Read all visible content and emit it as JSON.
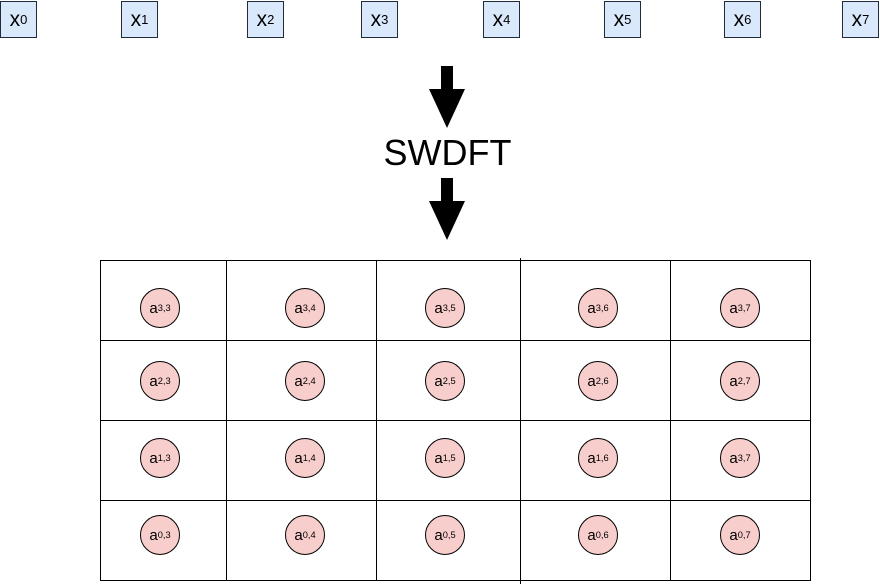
{
  "inputs": [
    {
      "base": "x",
      "sub": "0"
    },
    {
      "base": "x",
      "sub": "1"
    },
    {
      "base": "x",
      "sub": "2"
    },
    {
      "base": "x",
      "sub": "3"
    },
    {
      "base": "x",
      "sub": "4"
    },
    {
      "base": "x",
      "sub": "5"
    },
    {
      "base": "x",
      "sub": "6"
    },
    {
      "base": "x",
      "sub": "7"
    }
  ],
  "process_label": "SWDFT",
  "grid": [
    [
      {
        "base": "a",
        "sub": "3,3"
      },
      {
        "base": "a",
        "sub": "3,4"
      },
      {
        "base": "a",
        "sub": "3,5"
      },
      {
        "base": "a",
        "sub": "3,6"
      },
      {
        "base": "a",
        "sub": "3,7"
      }
    ],
    [
      {
        "base": "a",
        "sub": "2,3"
      },
      {
        "base": "a",
        "sub": "2,4"
      },
      {
        "base": "a",
        "sub": "2,5"
      },
      {
        "base": "a",
        "sub": "2,6"
      },
      {
        "base": "a",
        "sub": "2,7"
      }
    ],
    [
      {
        "base": "a",
        "sub": "1,3"
      },
      {
        "base": "a",
        "sub": "1,4"
      },
      {
        "base": "a",
        "sub": "1,5"
      },
      {
        "base": "a",
        "sub": "1,6"
      },
      {
        "base": "a",
        "sub": "3,7"
      }
    ],
    [
      {
        "base": "a",
        "sub": "0,3"
      },
      {
        "base": "a",
        "sub": "0,4"
      },
      {
        "base": "a",
        "sub": "0,5"
      },
      {
        "base": "a",
        "sub": "0,6"
      },
      {
        "base": "a",
        "sub": "0,7"
      }
    ]
  ],
  "colors": {
    "input_fill": "#dae8fc",
    "input_border": "#1f2d3a",
    "coefficient_fill": "#f8cecc",
    "line": "#000000"
  },
  "icons": [
    "arrow-down-icon",
    "arrow-down-icon"
  ]
}
